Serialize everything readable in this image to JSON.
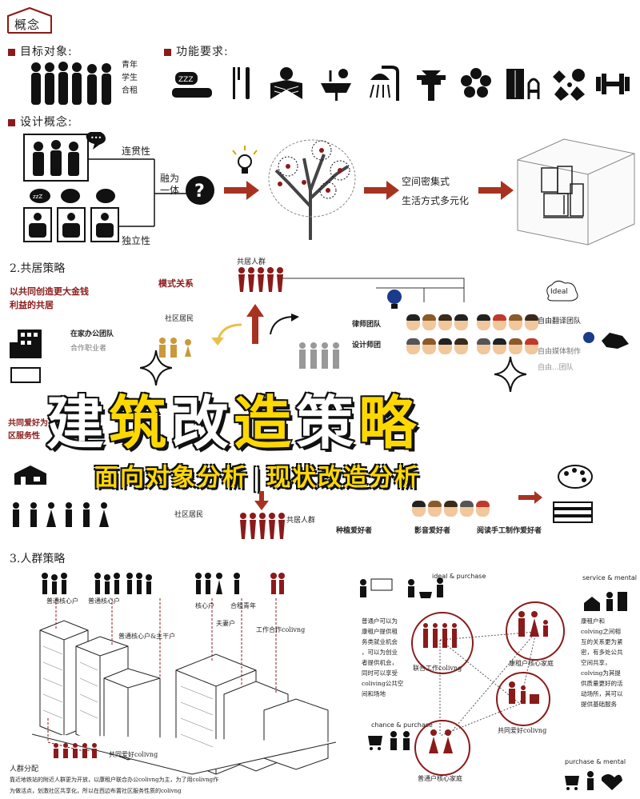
{
  "concept_tab": {
    "label": "概念"
  },
  "section1": {
    "target_label": "目标对象:",
    "target_items": [
      "青年",
      "学生",
      "合租"
    ],
    "function_label": "功能要求:",
    "function_icons": [
      "sleep-icon",
      "dining-icon",
      "reading-icon",
      "washbasin-icon",
      "shower-icon",
      "table-icon",
      "flower-icon",
      "wardrobe-icon",
      "leisure-icon",
      "fitness-icon"
    ],
    "design_label": "设计概念:",
    "continuity": "连贯性",
    "fusion": "融为\n一体",
    "independence": "独立性",
    "space_dense": "空间密集式",
    "lifestyle": "生活方式多元化"
  },
  "section2": {
    "title": "2.共居策略",
    "left_heading": "以共同创造更大金钱\n利益的共居",
    "mode_relation": "模式关系",
    "cohabit_top": "共居人群",
    "community_resident_top": "社区居民",
    "home_office": "在家办公团队",
    "cooperation": "合作职业者",
    "lawyer": "律师团队",
    "designer": "设计师团",
    "freelance_trans": "自由翻译团队",
    "freelance_media": "自由媒体制作",
    "self_group": "自由...团队",
    "community_service_left": "共同爱好为\n区服务性",
    "community_resident_bottom": "社区居民",
    "cohabit_bottom": "共居人群",
    "planting": "种植爱好者",
    "film": "影音爱好者",
    "reading_craft": "阅读手工制作爱好者",
    "ideal": "Ideal"
  },
  "banner": {
    "title_parts": [
      {
        "text": "建",
        "color": "white"
      },
      {
        "text": "筑",
        "color": "yellow"
      },
      {
        "text": "改",
        "color": "white"
      },
      {
        "text": "造",
        "color": "yellow"
      },
      {
        "text": "策",
        "color": "white"
      },
      {
        "text": "略",
        "color": "yellow"
      }
    ],
    "subtitle_left": "面向对象分析",
    "subtitle_sep": "|",
    "subtitle_right": "现状改造分析"
  },
  "section3": {
    "title": "3.人群策略",
    "labels": {
      "ordinary_core_1": "普通核心户",
      "ordinary_core_2": "普通核心户",
      "ordinary_core_stem": "普通核心户&主干户",
      "core": "核心户",
      "coworker_youth": "合租青年",
      "couple": "夫妻户",
      "coworking": "工作合作colivng",
      "shared_hobby": "共同爱好colivng"
    },
    "distribution_title": "人群分配",
    "distribution_text_1": "靠近地铁站的附近人群更为开放，以康租户联合办公colivng为主，为了用colivng作",
    "distribution_text_2": "为做活点，划激社区共享化，所以在西边布置社区服务性质的colivng",
    "right": {
      "ideal_purchase": "ideal & purchase",
      "service_mental": "service & mental",
      "chance_purchase": "chance & purchase",
      "purchase_mental": "purchase & mental",
      "left_text": "普通户可以为\n康租户提供租\n务类就业机会\n，可以为创业\n者提供机会，\n同时可以享受\ncoliving公共空\n间和场地",
      "right_text": "康租户和\ncolving之间相\n互的关系更为紧\n密，有多处公共\n空间共享，\ncolving为其提\n供质量更好的活\n动场所，其可以\n提供基础服务",
      "circle_coworking": "联合工作colivng",
      "circle_family": "康租户核心家庭",
      "circle_hobby": "共同爱好colivng",
      "circle_ordinary": "普通户核心家庭"
    }
  },
  "colors": {
    "accent": "#8b1a1a",
    "banner_yellow": "#ffd800",
    "arrow": "#a83220"
  }
}
